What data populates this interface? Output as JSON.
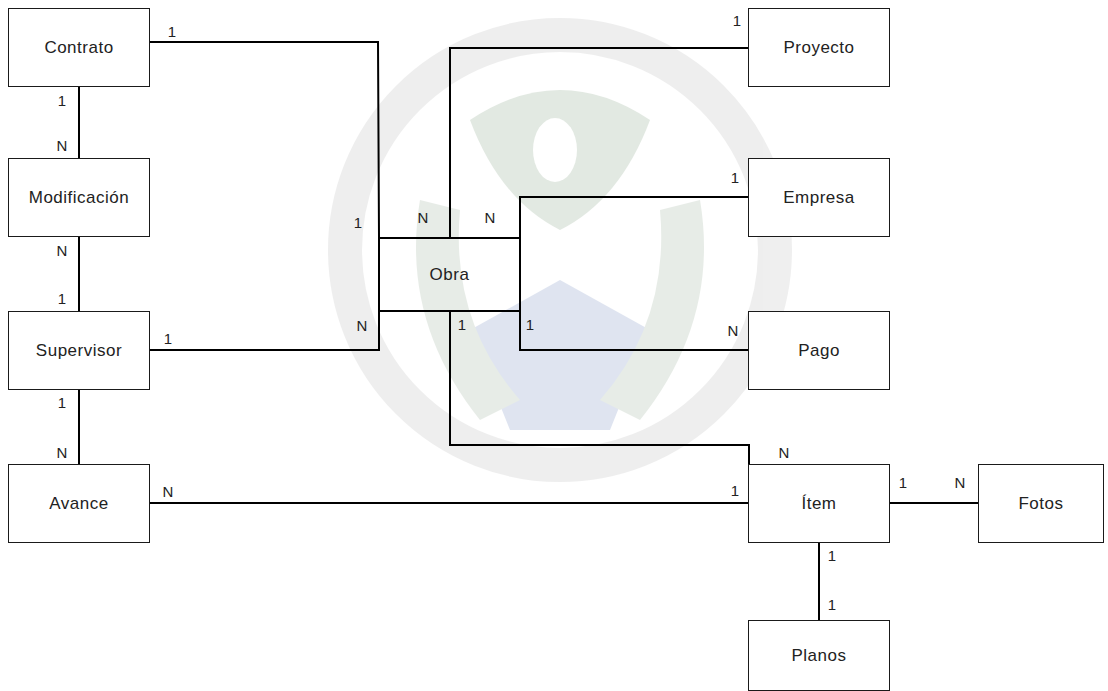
{
  "diagram": {
    "nodes": [
      {
        "text": [
          "Contrato"
        ]
      },
      {
        "text": [
          "Proyecto"
        ]
      },
      {
        "text": [
          "Modificación"
        ]
      },
      {
        "text": [
          "Empresa"
        ]
      },
      {
        "text": [
          "Obra"
        ]
      },
      {
        "text": [
          "Supervisor"
        ]
      },
      {
        "text": [
          "Pago"
        ]
      },
      {
        "text": [
          "Avance"
        ]
      },
      {
        "text": [
          "Ítem"
        ]
      },
      {
        "text": [
          "Fotos"
        ]
      },
      {
        "text": [
          "Planos"
        ]
      }
    ],
    "edges": [
      {
        "from": 0,
        "to": 4,
        "arrow": "none"
      },
      {
        "from": 4,
        "to": 1,
        "arrow": "none"
      },
      {
        "from": 0,
        "to": 2,
        "arrow": "none"
      },
      {
        "from": 4,
        "to": 3,
        "arrow": "none"
      },
      {
        "from": 2,
        "to": 5,
        "arrow": "none"
      },
      {
        "from": 5,
        "to": 4,
        "arrow": "none"
      },
      {
        "from": 4,
        "to": 6,
        "arrow": "none"
      },
      {
        "from": 5,
        "to": 7,
        "arrow": "none"
      },
      {
        "from": 4,
        "to": 8,
        "arrow": "none"
      },
      {
        "from": 7,
        "to": 8,
        "arrow": "none"
      },
      {
        "from": 8,
        "to": 9,
        "arrow": "none"
      },
      {
        "from": 8,
        "to": 10,
        "arrow": "none"
      }
    ],
    "labels": [
      "1",
      "1",
      "1",
      "N",
      "1",
      "N",
      "N",
      "1",
      "N",
      "1",
      "1",
      "N",
      "1",
      "1",
      "N",
      "1",
      "N",
      "N",
      "N",
      "1",
      "1",
      "N",
      "1",
      "1"
    ]
  }
}
